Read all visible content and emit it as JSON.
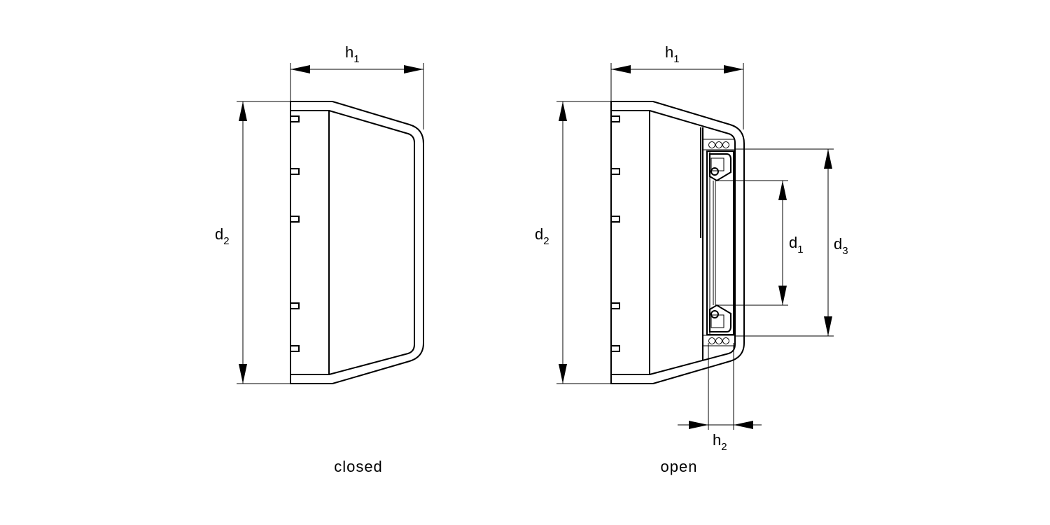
{
  "views": [
    {
      "caption": "closed",
      "labels": {
        "h1": {
          "base": "h",
          "sub": "1"
        },
        "d2": {
          "base": "d",
          "sub": "2"
        }
      }
    },
    {
      "caption": "open",
      "labels": {
        "h1": {
          "base": "h",
          "sub": "1"
        },
        "d2": {
          "base": "d",
          "sub": "2"
        },
        "d1": {
          "base": "d",
          "sub": "1"
        },
        "d3": {
          "base": "d",
          "sub": "3"
        },
        "h2": {
          "base": "h",
          "sub": "2"
        }
      }
    }
  ]
}
